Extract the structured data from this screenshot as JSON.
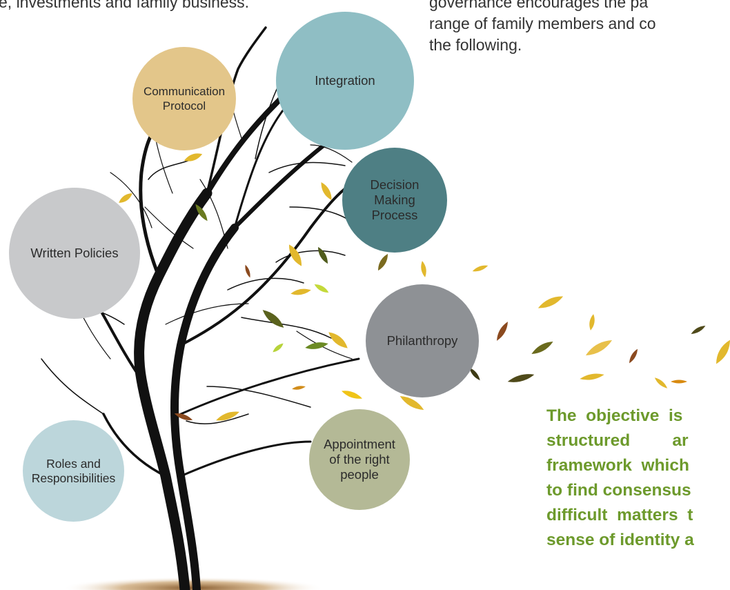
{
  "top_left_text": "e, investments and family business.",
  "top_right_text": [
    "governance encourages the pa",
    "range of family members and co",
    "the following."
  ],
  "nodes": {
    "integration": "Integration",
    "communication": [
      "Communication",
      "Protocol"
    ],
    "decision": [
      "Decision",
      "Making",
      "Process"
    ],
    "written": "Written Policies",
    "philanthropy": "Philanthropy",
    "roles": [
      "Roles and",
      "Responsibilities"
    ],
    "appointment": [
      "Appointment",
      "of the right",
      "people"
    ]
  },
  "objective_lines": [
    "The  objective  is",
    "structured         ar",
    "framework  which",
    "to find consensus",
    "difficult  matters  t",
    "sense of identity a"
  ],
  "colors": {
    "integration": "#8fbec4",
    "communication": "#e3c68a",
    "decision": "#4e7f84",
    "written": "#c8c9cb",
    "philanthropy": "#8e9195",
    "roles": "#bcd6db",
    "appointment": "#b4b996",
    "objective": "#6d9a2c",
    "leaf_yellow": "#e2b82d",
    "leaf_olive": "#6e6b21",
    "leaf_rust": "#8b4a1f",
    "leaf_green": "#7fa02a"
  }
}
